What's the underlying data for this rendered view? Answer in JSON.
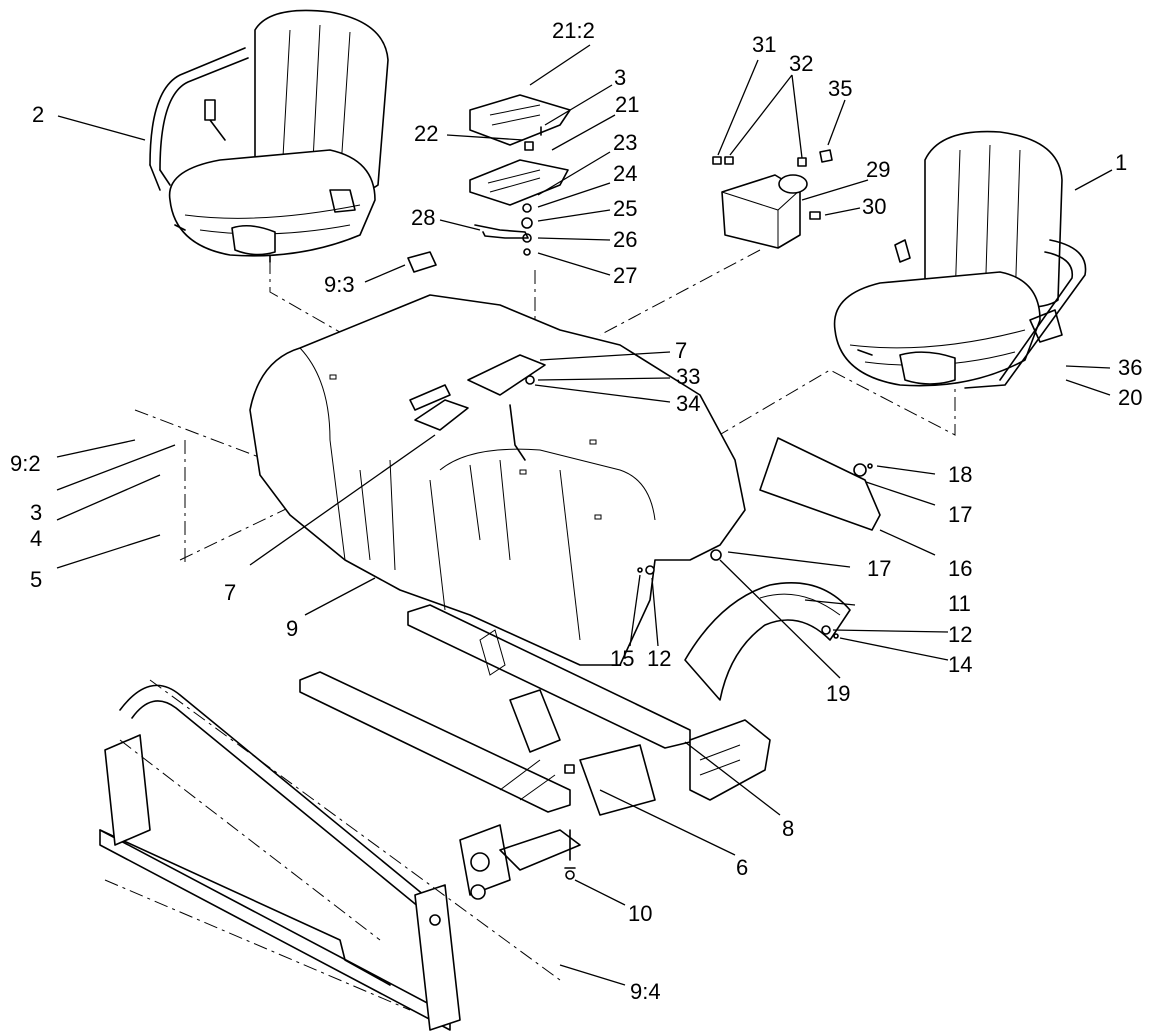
{
  "callouts": {
    "c21_2": "21:2",
    "c3a": "3",
    "c21": "21",
    "c22": "22",
    "c23": "23",
    "c24": "24",
    "c28": "28",
    "c25": "25",
    "c26": "26",
    "c27": "27",
    "c31": "31",
    "c32": "32",
    "c35": "35",
    "c29": "29",
    "c30": "30",
    "c1": "1",
    "c2": "2",
    "c9_3": "9:3",
    "c7a": "7",
    "c33": "33",
    "c34": "34",
    "c36": "36",
    "c20": "20",
    "c9_2": "9:2",
    "c3b": "3",
    "c4": "4",
    "c5": "5",
    "c7b": "7",
    "c9": "9",
    "c18": "18",
    "c17a": "17",
    "c16": "16",
    "c17b": "17",
    "c11": "11",
    "c12a": "12",
    "c14": "14",
    "c15": "15",
    "c12b": "12",
    "c19": "19",
    "c8": "8",
    "c6": "6",
    "c10": "10",
    "c9_4": "9:4"
  }
}
